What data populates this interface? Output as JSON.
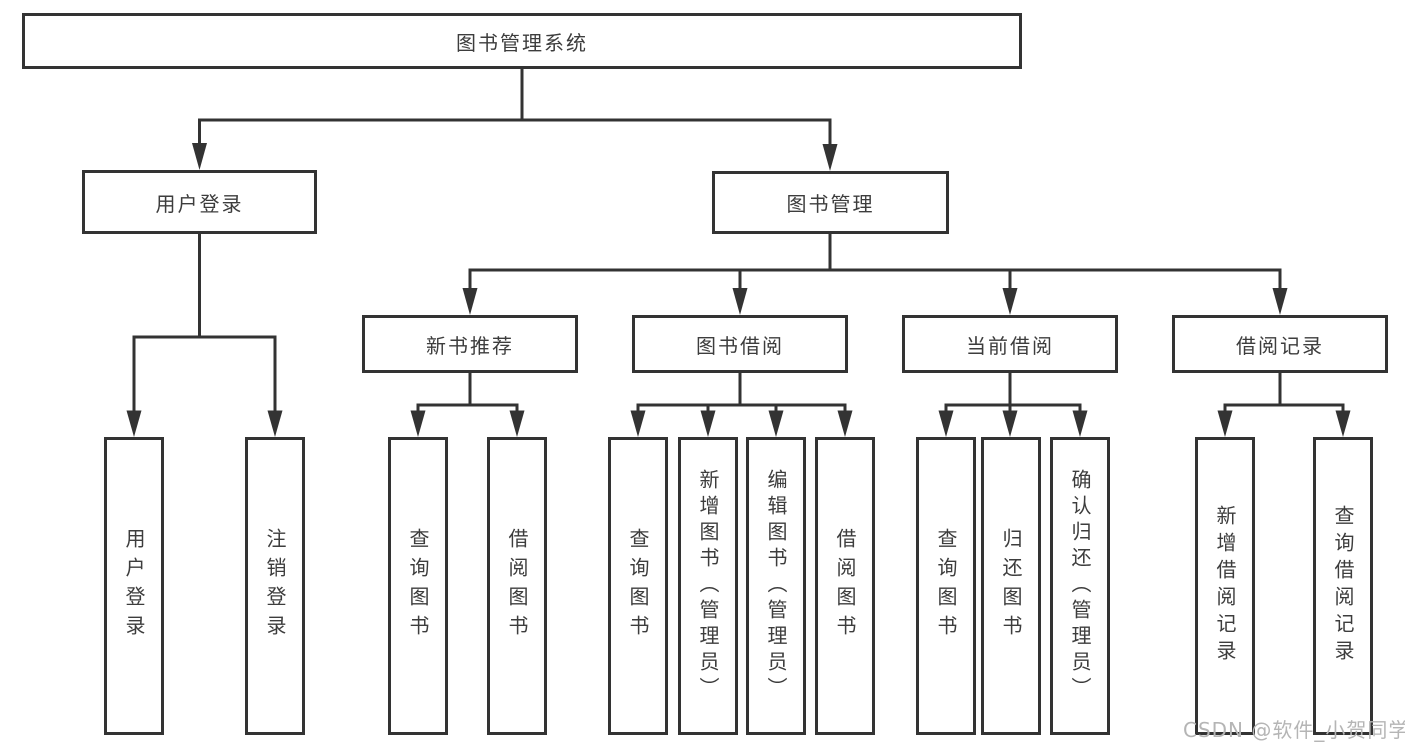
{
  "diagram": {
    "title_node": "图书管理系统",
    "level2": {
      "user_login": "用户登录",
      "book_management": "图书管理"
    },
    "level3": {
      "new_book_recommend": "新书推荐",
      "book_borrow": "图书借阅",
      "current_borrow": "当前借阅",
      "borrow_records": "借阅记录"
    },
    "leaves": {
      "user_login": "用户登录",
      "logout": "注销登录",
      "nb_query_books": "查询图书",
      "nb_borrow_books": "借阅图书",
      "bb_query_books": "查询图书",
      "bb_add_books_admin": "新增图书（管理员）",
      "bb_edit_books_admin": "编辑图书（管理员）",
      "bb_borrow_books": "借阅图书",
      "cb_query_books": "查询图书",
      "cb_return_books": "归还图书",
      "cb_confirm_return_admin": "确认归还（管理员）",
      "br_add_record": "新增借阅记录",
      "br_query_record": "查询借阅记录"
    },
    "colors": {
      "line": "#333333",
      "box_border": "#333333",
      "box_fill": "#ffffff",
      "text": "#3d3d3d",
      "watermark": "#b5b5b5"
    }
  },
  "watermark": {
    "text": "CSDN @软件_小贺同学"
  }
}
